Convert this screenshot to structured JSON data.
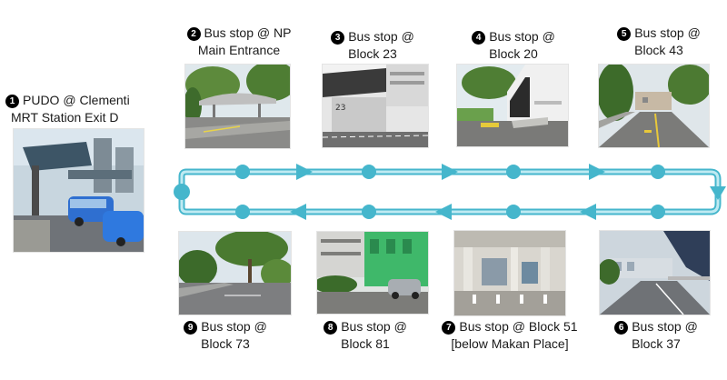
{
  "colors": {
    "route_line": "#9fdde8",
    "route_outline": "#45b6cc",
    "stop_dot": "#45b6cc",
    "badge": "#000000"
  },
  "stops": [
    {
      "number": "1",
      "line1": "PUDO @ Clementi",
      "line2": "MRT Station Exit D",
      "line3": "",
      "photo": "mrt-station-taxi-photo"
    },
    {
      "number": "2",
      "line1": "Bus stop @ NP",
      "line2": "Main Entrance",
      "line3": "",
      "photo": "bus-shelter-photo"
    },
    {
      "number": "3",
      "line1": "Bus stop @",
      "line2": "Block 23",
      "line3": "",
      "photo": "block-23-building-photo"
    },
    {
      "number": "4",
      "line1": "Bus stop @",
      "line2": "Block 20",
      "line3": "",
      "photo": "block-20-building-photo"
    },
    {
      "number": "5",
      "line1": "Bus stop @",
      "line2": "Block 43",
      "line3": "",
      "photo": "block-43-road-photo"
    },
    {
      "number": "6",
      "line1": "Bus stop @",
      "line2": "Block 37",
      "line3": "",
      "photo": "block-37-road-photo"
    },
    {
      "number": "7",
      "line1": "Bus stop @ Block 51",
      "line2": "[below Makan Place]",
      "line3": "",
      "photo": "block-51-undercroft-photo"
    },
    {
      "number": "8",
      "line1": "Bus stop @",
      "line2": "Block 81",
      "line3": "",
      "photo": "block-81-green-building-photo"
    },
    {
      "number": "9",
      "line1": "Bus stop @",
      "line2": "Block 73",
      "line3": "",
      "photo": "block-73-road-photo"
    }
  ],
  "route": {
    "direction": "clockwise loop",
    "icons": {
      "arrow": "triangle-arrow-icon",
      "stop": "circle-dot-icon"
    }
  }
}
